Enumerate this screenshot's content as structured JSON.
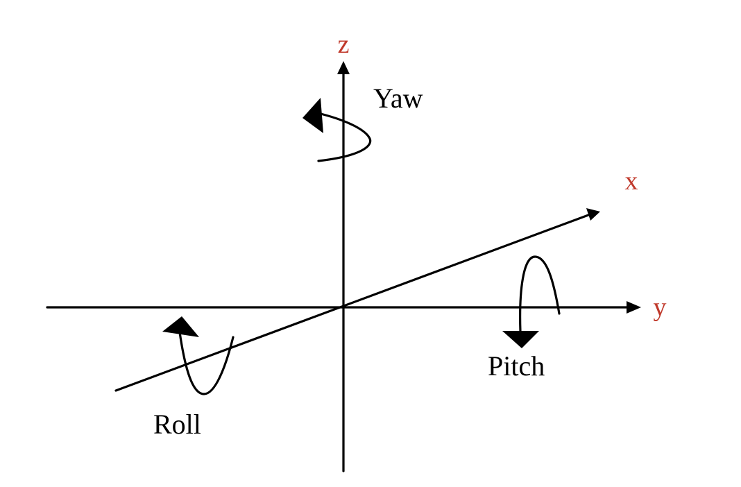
{
  "axes": {
    "z": {
      "label": "z"
    },
    "x": {
      "label": "x"
    },
    "y": {
      "label": "y"
    }
  },
  "rotations": {
    "yaw": {
      "label": "Yaw"
    },
    "pitch": {
      "label": "Pitch"
    },
    "roll": {
      "label": "Roll"
    }
  },
  "colors": {
    "axis_label": "#c0392b",
    "line": "#000000",
    "text": "#000000"
  }
}
